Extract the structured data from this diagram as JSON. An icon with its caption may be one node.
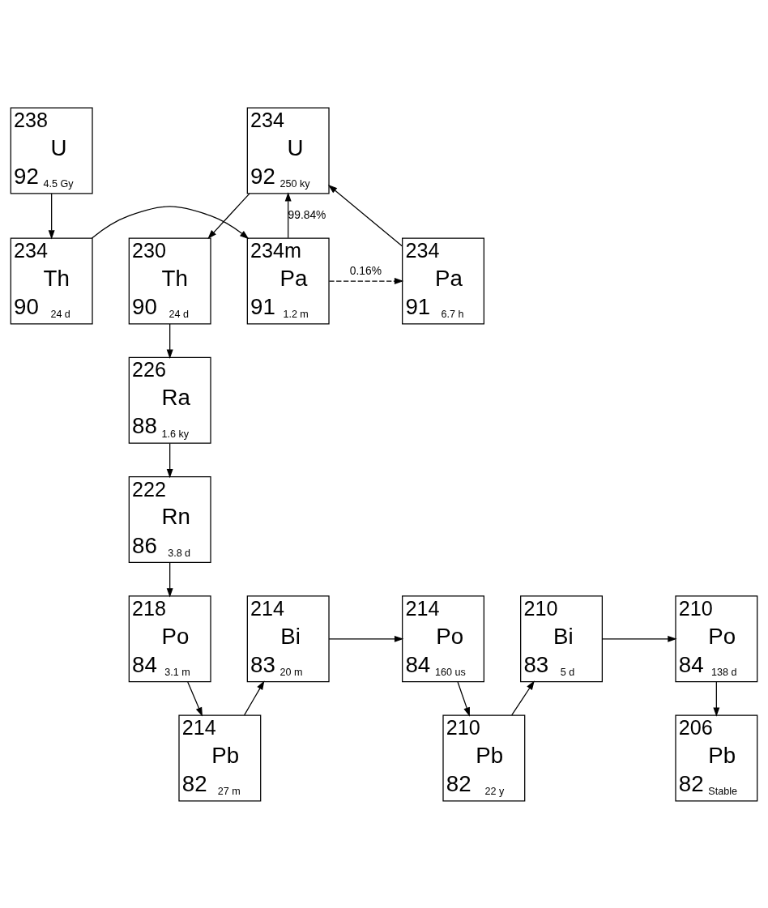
{
  "diagram": {
    "nodes": [
      {
        "text": [
          "238",
          "U",
          "92",
          "4.5 Gy"
        ]
      },
      {
        "text": [
          "234",
          "Th",
          "90",
          "24 d"
        ]
      },
      {
        "text": [
          "234m",
          "Pa",
          "91",
          "1.2 m"
        ]
      },
      {
        "text": [
          "234",
          "U",
          "92",
          "250 ky"
        ]
      },
      {
        "text": [
          "234",
          "Pa",
          "91",
          "6.7 h"
        ]
      },
      {
        "text": [
          "230",
          "Th",
          "90",
          "24 d"
        ]
      },
      {
        "text": [
          "226",
          "Ra",
          "88",
          "1.6 ky"
        ]
      },
      {
        "text": [
          "222",
          "Rn",
          "86",
          "3.8 d"
        ]
      },
      {
        "text": [
          "218",
          "Po",
          "84",
          "3.1 m"
        ]
      },
      {
        "text": [
          "214",
          "Pb",
          "82",
          "27 m"
        ]
      },
      {
        "text": [
          "214",
          "Bi",
          "83",
          "20 m"
        ]
      },
      {
        "text": [
          "214",
          "Po",
          "84",
          "160 us"
        ]
      },
      {
        "text": [
          "210",
          "Pb",
          "82",
          "22 y"
        ]
      },
      {
        "text": [
          "210",
          "Bi",
          "83",
          "5 d"
        ]
      },
      {
        "text": [
          "210",
          "Po",
          "84",
          "138 d"
        ]
      },
      {
        "text": [
          "206",
          "Pb",
          "82",
          "Stable"
        ]
      }
    ],
    "edges": [
      {
        "from": 0,
        "to": 1,
        "arrow": "to"
      },
      {
        "from": 1,
        "to": 2,
        "arrow": "to"
      },
      {
        "from": 2,
        "to": 3,
        "arrow": "to",
        "label": "99.84%"
      },
      {
        "from": 2,
        "to": 4,
        "arrow": "to",
        "label": "0.16%",
        "style": "dashed"
      },
      {
        "from": 4,
        "to": 3,
        "arrow": "to"
      },
      {
        "from": 3,
        "to": 5,
        "arrow": "to"
      },
      {
        "from": 5,
        "to": 6,
        "arrow": "to"
      },
      {
        "from": 6,
        "to": 7,
        "arrow": "to"
      },
      {
        "from": 7,
        "to": 8,
        "arrow": "to"
      },
      {
        "from": 8,
        "to": 9,
        "arrow": "to"
      },
      {
        "from": 9,
        "to": 10,
        "arrow": "to"
      },
      {
        "from": 10,
        "to": 11,
        "arrow": "to"
      },
      {
        "from": 11,
        "to": 12,
        "arrow": "to"
      },
      {
        "from": 12,
        "to": 13,
        "arrow": "to"
      },
      {
        "from": 13,
        "to": 14,
        "arrow": "to"
      },
      {
        "from": 14,
        "to": 15,
        "arrow": "to"
      }
    ]
  }
}
